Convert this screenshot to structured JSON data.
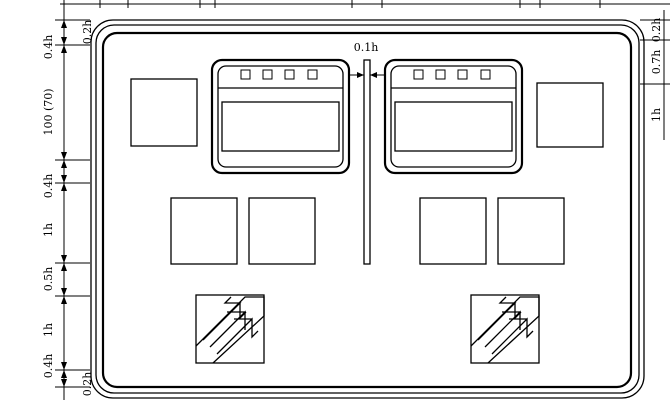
{
  "drawing": {
    "left_dimensions": [
      "0.2h",
      "0.4h",
      "100 (70)",
      "0.4h",
      "1h",
      "0.5h",
      "1h",
      "0.4h",
      "0.2h"
    ],
    "right_dimensions": [
      "0.2h",
      "0.7h",
      "1h"
    ],
    "center_gap_label": "0.1h"
  }
}
